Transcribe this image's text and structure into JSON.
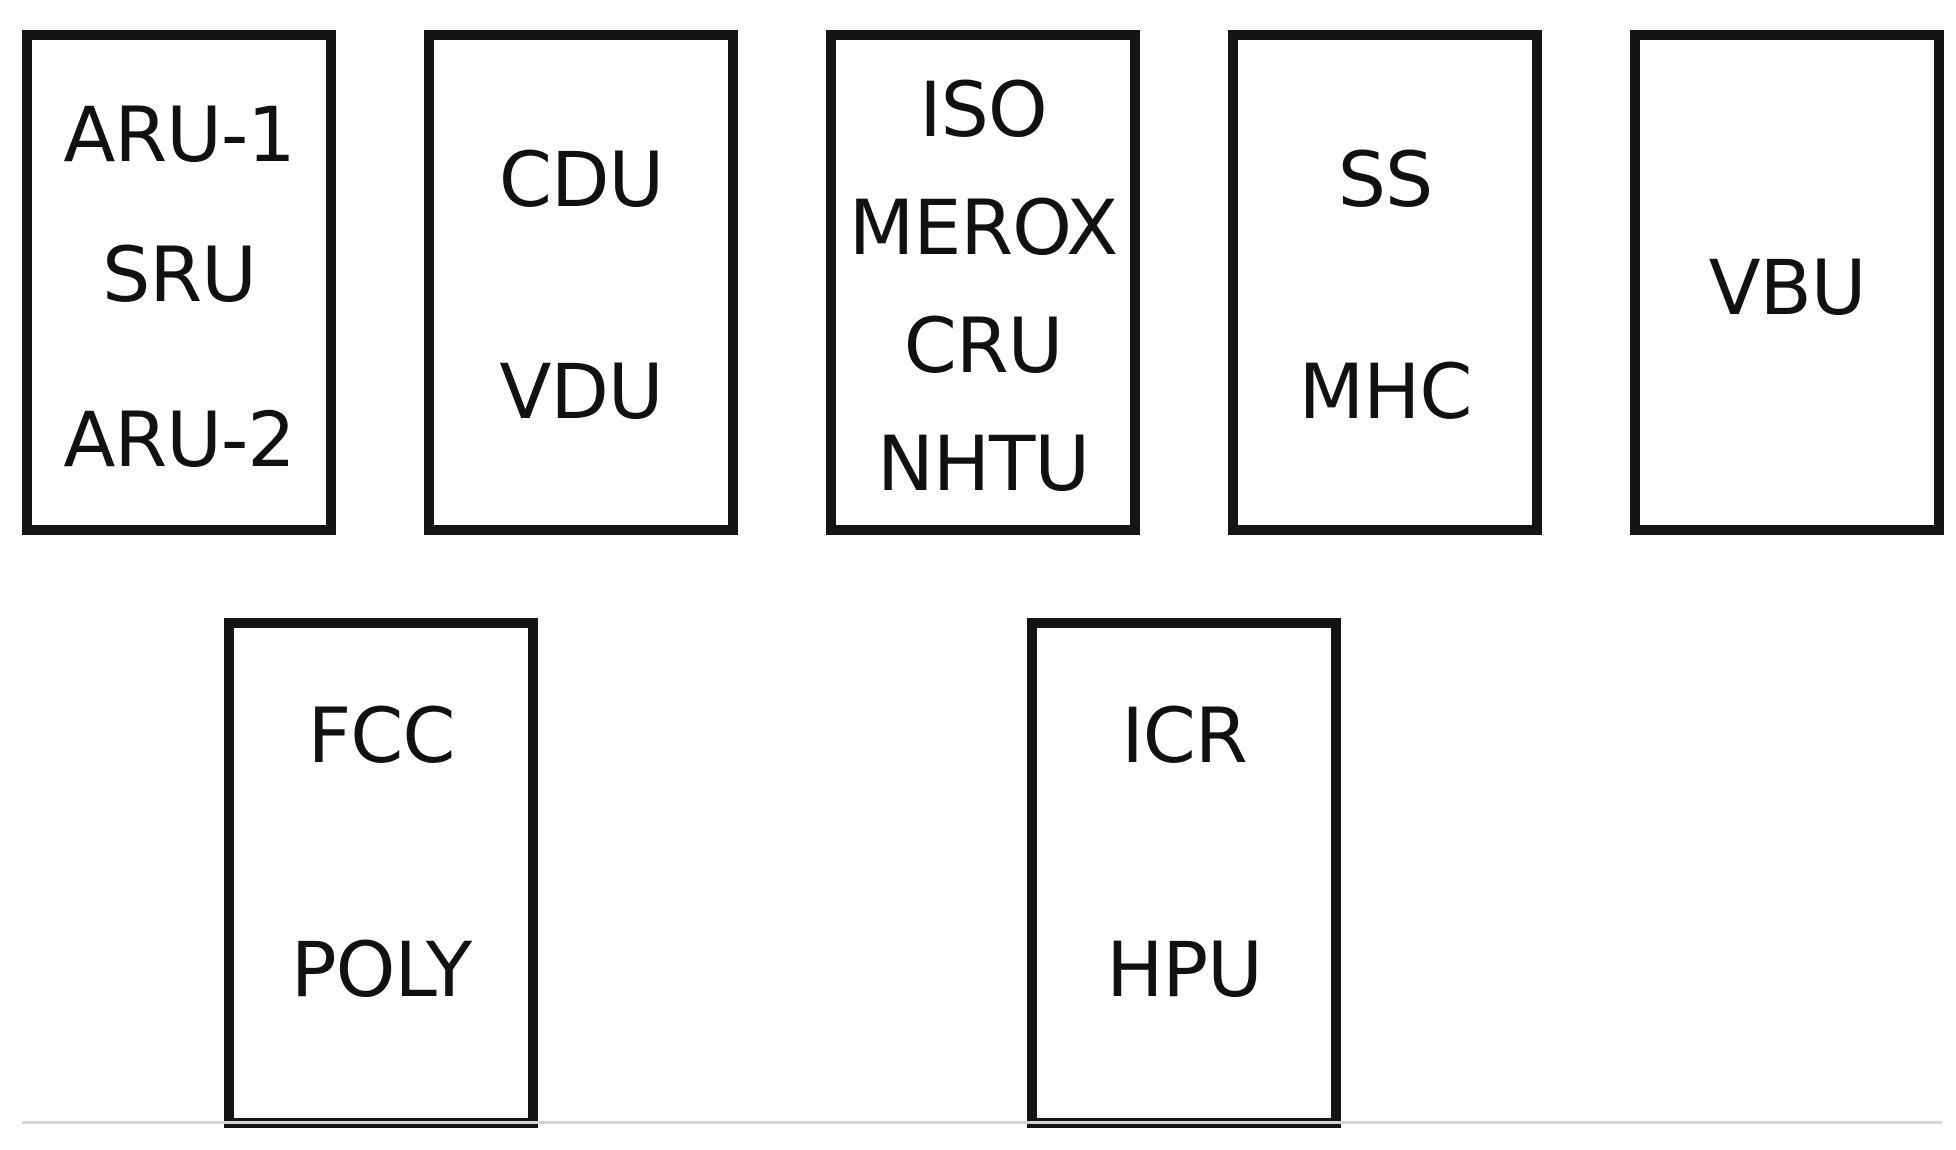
{
  "diagram": {
    "boxes": [
      {
        "labels": [
          "ARU-1",
          "SRU",
          "ARU-2"
        ]
      },
      {
        "labels": [
          "CDU",
          "VDU"
        ]
      },
      {
        "labels": [
          "ISO",
          "MEROX",
          "CRU",
          "NHTU"
        ]
      },
      {
        "labels": [
          "SS",
          "MHC"
        ]
      },
      {
        "labels": [
          "VBU"
        ]
      },
      {
        "labels": [
          "FCC",
          "POLY"
        ]
      },
      {
        "labels": [
          "ICR",
          "HPU"
        ]
      }
    ]
  },
  "colors": {
    "border": "#141414",
    "text": "#111111",
    "background": "#ffffff",
    "baseline": "#d4d4d4"
  }
}
